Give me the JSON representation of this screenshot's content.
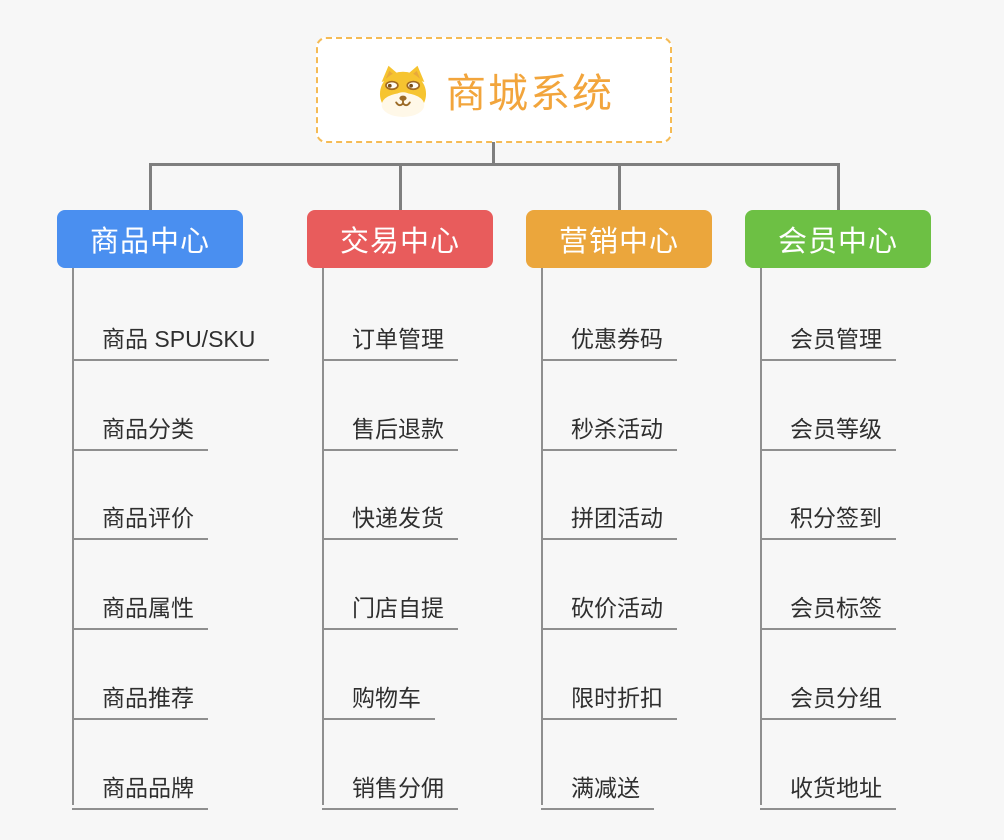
{
  "canvas": {
    "background": "#f7f7f7",
    "connector_color": "#7f7f7f",
    "leaf_line_color": "#8f8f8f"
  },
  "root": {
    "title": "商城系统",
    "icon": "doge-face-icon",
    "title_color": "#f2a53c",
    "border_color": "#f5bb55",
    "background": "#ffffff"
  },
  "branches": [
    {
      "label": "商品中心",
      "color": "#4a8ff0",
      "children": [
        "商品 SPU/SKU",
        "商品分类",
        "商品评价",
        "商品属性",
        "商品推荐",
        "商品品牌"
      ]
    },
    {
      "label": "交易中心",
      "color": "#e85c5c",
      "children": [
        "订单管理",
        "售后退款",
        "快递发货",
        "门店自提",
        "购物车",
        "销售分佣"
      ]
    },
    {
      "label": "营销中心",
      "color": "#eba63c",
      "children": [
        "优惠券码",
        "秒杀活动",
        "拼团活动",
        "砍价活动",
        "限时折扣",
        "满减送"
      ]
    },
    {
      "label": "会员中心",
      "color": "#6dc044",
      "children": [
        "会员管理",
        "会员等级",
        "积分签到",
        "会员标签",
        "会员分组",
        "收货地址"
      ]
    }
  ]
}
